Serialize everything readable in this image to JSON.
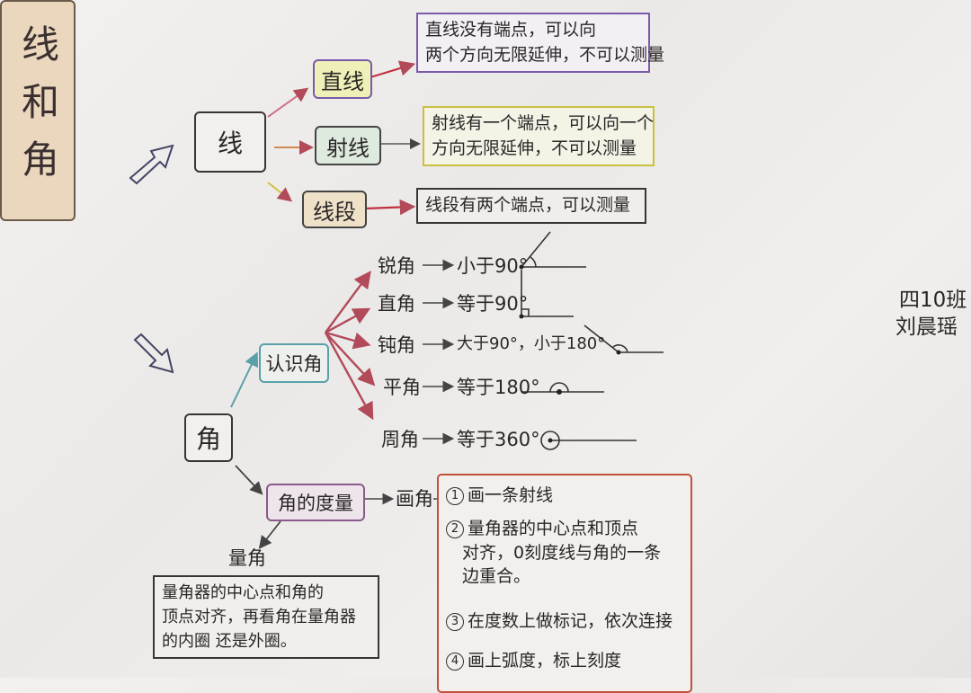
{
  "title": "线和角",
  "author": {
    "class": "四10班",
    "name": "刘晨瑶"
  },
  "lines": {
    "root": "线",
    "items": [
      {
        "label": "直线",
        "desc1": "直线没有端点，可以向",
        "desc2": "两个方向无限延伸，不可以测量"
      },
      {
        "label": "射线",
        "desc1": "射线有一个端点，可以向一个",
        "desc2": "方向无限延伸，不可以测量"
      },
      {
        "label": "线段",
        "desc1": "线段有两个端点，可以测量",
        "desc2": ""
      }
    ]
  },
  "angles": {
    "root": "角",
    "know": "认识角",
    "types": [
      {
        "label": "锐角",
        "rel": "小于90°"
      },
      {
        "label": "直角",
        "rel": "等于90°"
      },
      {
        "label": "钝角",
        "rel": "大于90°，小于180°"
      },
      {
        "label": "平角",
        "rel": "等于180°"
      },
      {
        "label": "周角",
        "rel": "等于360°"
      }
    ],
    "measure": "角的度量",
    "draw": "画角",
    "draw_steps": [
      {
        "num": "1",
        "lines": [
          "画一条射线"
        ]
      },
      {
        "num": "2",
        "lines": [
          "量角器的中心点和顶点",
          "对齐，0刻度线与角的一条",
          "边重合。"
        ]
      },
      {
        "num": "3",
        "lines": [
          "在度数上做标记，依次连接"
        ]
      },
      {
        "num": "4",
        "lines": [
          "画上弧度，标上刻度"
        ]
      }
    ],
    "gauge": "量角",
    "gauge_lines": [
      "量角器的中心点和角的",
      "顶点对齐，再看角在量角器",
      "的内圈 还是外圈。"
    ]
  },
  "colors": {
    "title_bg": "#ead7bd",
    "zhixian_bg": "#eef0b8",
    "shexian_bg": "#dfeadf",
    "xianduan_bg": "#efe0c8",
    "zhixian_border": "#7a5aa8",
    "shexian_border": "#c8c040",
    "draw_border": "#c0503a"
  }
}
